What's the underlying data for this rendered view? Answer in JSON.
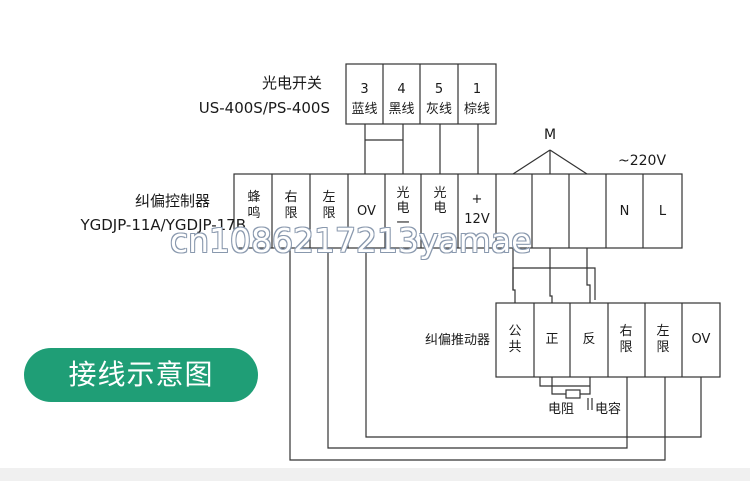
{
  "photo_switch": {
    "title": "光电开关",
    "model": "US-400S/PS-400S",
    "terminals": [
      {
        "num": "3",
        "name": "蓝线"
      },
      {
        "num": "4",
        "name": "黑线"
      },
      {
        "num": "5",
        "name": "灰线"
      },
      {
        "num": "1",
        "name": "棕线"
      }
    ]
  },
  "controller": {
    "title": "纠偏控制器",
    "model": "YGDJP-11A/YGDJP-17B",
    "terminals": [
      "蜂鸣",
      "右限",
      "左限",
      "OV",
      "光电一",
      "光电",
      "+ 12V",
      "",
      "",
      "",
      "N",
      "L"
    ],
    "motor_label": "M",
    "voltage_label": "~220V"
  },
  "actuator": {
    "title": "纠偏推动器",
    "terminals": [
      "公共",
      "正",
      "反",
      "右限",
      "左限",
      "OV"
    ],
    "resistor_label": "电阻",
    "capacitor_label": "电容"
  },
  "badge": {
    "label": "接线示意图",
    "color": "#1f9e76"
  },
  "watermark": "cn1086217213yamae"
}
